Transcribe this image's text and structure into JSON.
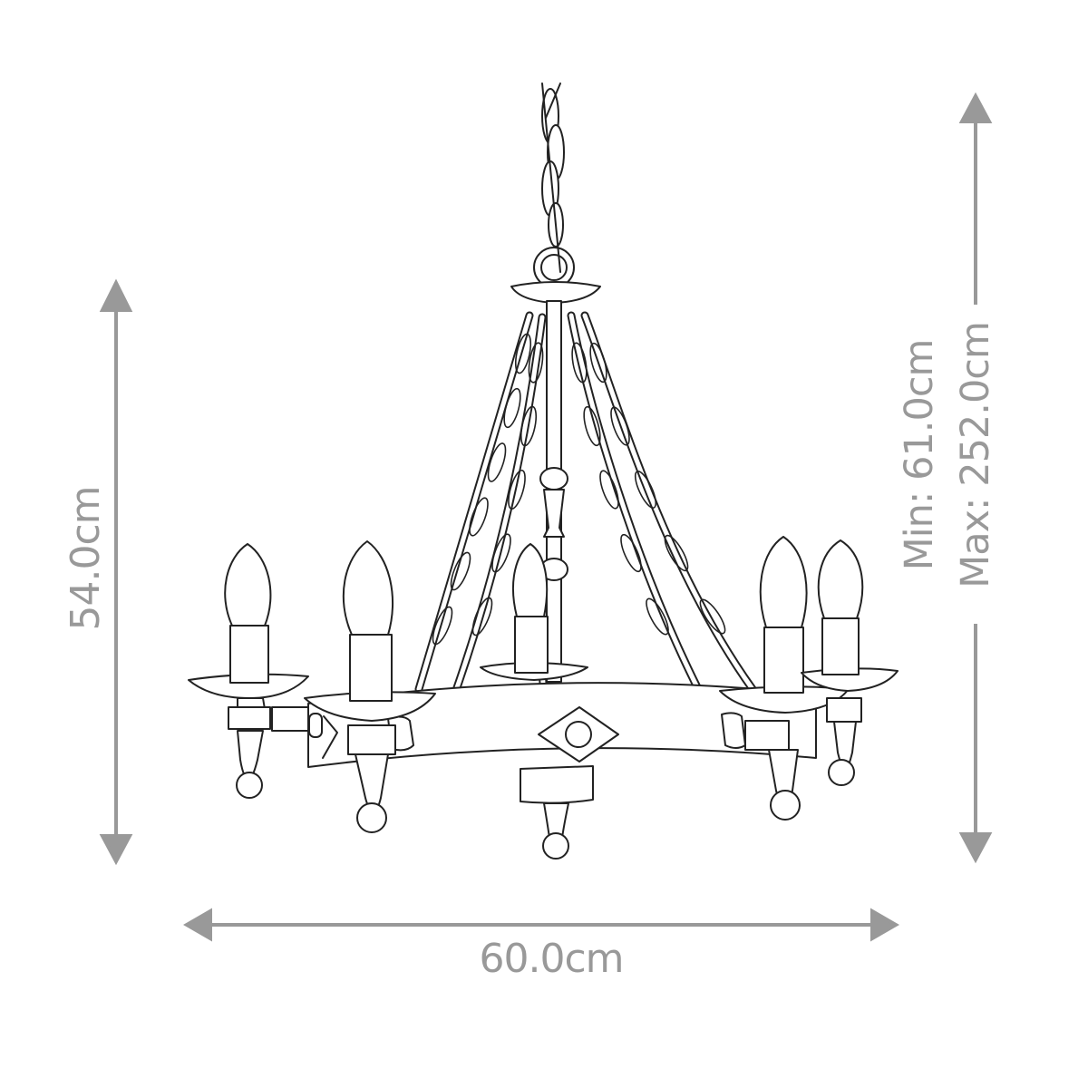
{
  "diagram": {
    "subject": "Five-light chandelier with chain suspension, line drawing",
    "line_color": "#222222",
    "dimension_color": "#999999",
    "background": "#ffffff",
    "lights_count": 5
  },
  "dimensions": {
    "width": {
      "label": "60.0cm",
      "orientation": "horizontal"
    },
    "height": {
      "label": "54.0cm",
      "orientation": "vertical"
    },
    "drop": {
      "orientation": "vertical",
      "min_label": "Min: 61.0cm",
      "max_label": "Max: 252.0cm"
    }
  }
}
